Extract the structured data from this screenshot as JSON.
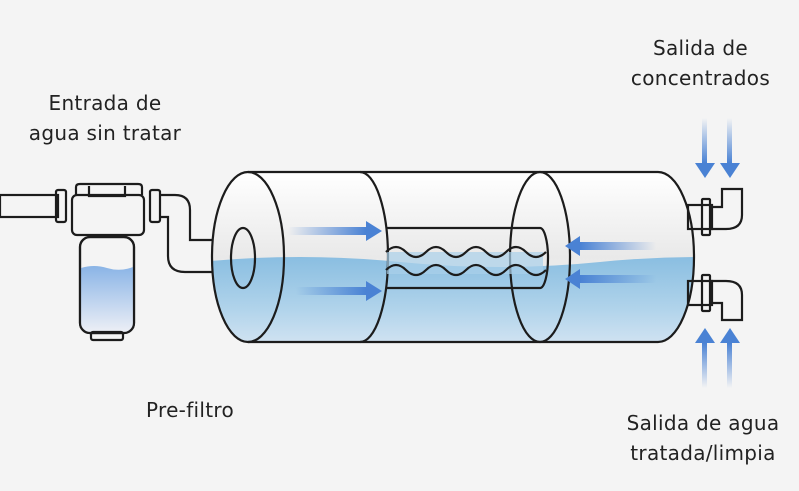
{
  "diagram": {
    "title": "Ósmosis inversa - flujo de agua",
    "labels": {
      "inlet": [
        "Entrada de",
        "agua sin tratar"
      ],
      "prefilter": "Pre-filtro",
      "concentrate_outlet": [
        "Salida de",
        "concentrados"
      ],
      "clean_outlet": [
        "Salida de agua",
        "tratada/limpia"
      ]
    },
    "colors": {
      "background": "#f4f4f4",
      "outline": "#1c1c1c",
      "water": "#8fc3e4",
      "arrow": "#4a82d4",
      "housing": "#e6e6e6"
    },
    "components": [
      "inlet-pipe",
      "pre-filter",
      "membrane-housing",
      "membrane-tube",
      "concentrate-outlet-elbow",
      "clean-water-outlet-elbow"
    ]
  }
}
